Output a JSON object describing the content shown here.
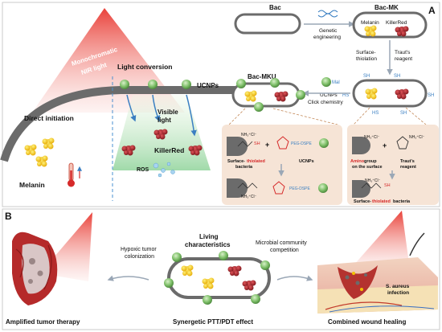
{
  "panel_a": {
    "letter": "A",
    "nir_label_line1": "Monochromatic",
    "nir_label_line2": "NIR light",
    "light_conversion": "Light conversion",
    "ucnps": "UCNPs",
    "direct_initiation": "Direct initiation",
    "visible_light_line1": "Visible",
    "visible_light_line2": "light",
    "killerred": "KillerRed",
    "ros": "ROS",
    "melanin": "Melanin",
    "bac": "Bac",
    "bac_mk": "Bac-MK",
    "genetic_line1": "Genetic",
    "genetic_line2": "engineering",
    "mk_melanin": "Melanin",
    "mk_killerred": "KillerRed",
    "surface_line1": "Surface-",
    "surface_line2": "thiolation",
    "trauts_line1": "Traut's",
    "trauts_line2": "reagent",
    "bac_mku": "Bac-MKU",
    "mal": "Mal",
    "ucnps_small": "UCNPs",
    "click_chemistry": "Click chemistry",
    "sh": "SH",
    "hs": "HS",
    "nh3cl": "NH₃⁺Cl⁻",
    "peg_dspe": "PEG-DSPE",
    "surface_thiolated_1a": "Surface-",
    "surface_thiolated_1b": "thiolated",
    "bacteria": "bacteria",
    "ucnps_box": "UCNPs",
    "plus": "+",
    "amino_bold": "Amino",
    "amino_rest": " group",
    "on_surface": "on the surface",
    "trauts_box_line1": "Traut's",
    "trauts_box_line2": "reagent",
    "bottom_surface": "Surface-",
    "bottom_thiolated": "thiolated",
    "bottom_bacteria": " bacteria"
  },
  "panel_b": {
    "letter": "B",
    "hypoxic_line1": "Hypoxic tumor",
    "hypoxic_line2": "colonization",
    "living_line1": "Living",
    "living_line2": "characteristics",
    "microbial_line1": "Microbial community",
    "microbial_line2": "competition",
    "s_aureus_1": "S. aureus",
    "s_aureus_2": "infection",
    "amplified": "Amplified tumor therapy",
    "synergetic": "Synergetic PTT/PDT effect",
    "combined": "Combined wound healing"
  },
  "colors": {
    "ucnp_green": "#7fc06a",
    "killerred": "#a8262c",
    "melanin": "#f2c200",
    "nir_red": "#e8372f",
    "thiolated_red": "#d62a2a",
    "box_fill": "#f6e4d6",
    "dashed_blue": "#4a90d0"
  }
}
